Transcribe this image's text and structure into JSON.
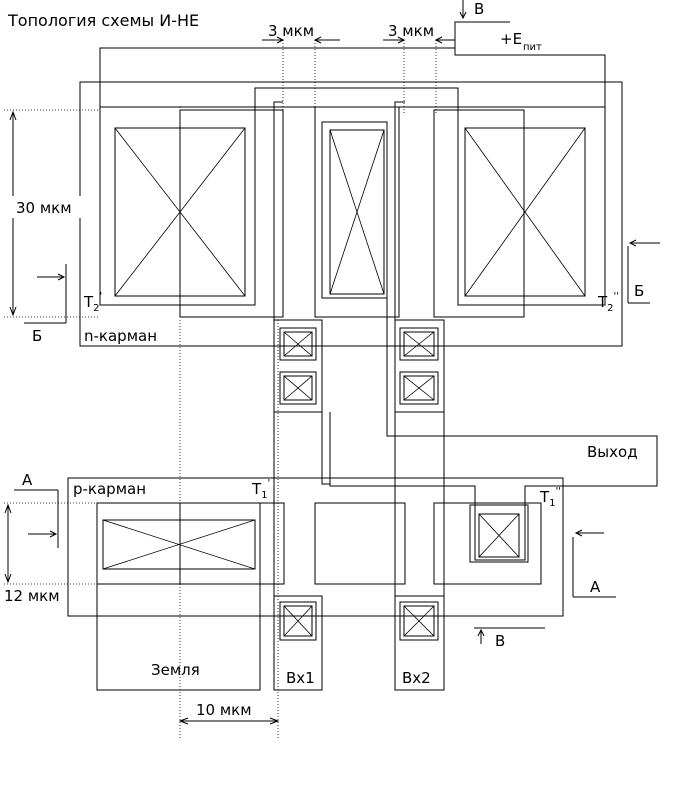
{
  "title": "Топология  схемы И-НЕ",
  "labels": {
    "supply": "+E",
    "supply_sub": "пит",
    "n_pocket": "n-карман",
    "p_pocket": "p-карман",
    "output": "Выход",
    "ground": "Земля",
    "input1": "Вх1",
    "input2": "Вх2"
  },
  "transistors": {
    "t2a_main": "T",
    "t2a_sub": "2",
    "t2a_mark": "'",
    "t2b_main": "T",
    "t2b_sub": "2",
    "t2b_mark": "''",
    "t1a_main": "T",
    "t1a_sub": "1",
    "t1a_mark": "'",
    "t1b_main": "T",
    "t1b_sub": "1",
    "t1b_mark": "''"
  },
  "dimensions": {
    "gap1": "3  мкм",
    "gap2": "3  мкм",
    "height_n": "30  мкм",
    "height_p": "12  мкм",
    "width": "10  мкм"
  },
  "sections": {
    "a_left": "А",
    "a_right": "А",
    "b_left": "Б",
    "b_right": "Б",
    "v_top": "В",
    "v_bottom": "В"
  }
}
